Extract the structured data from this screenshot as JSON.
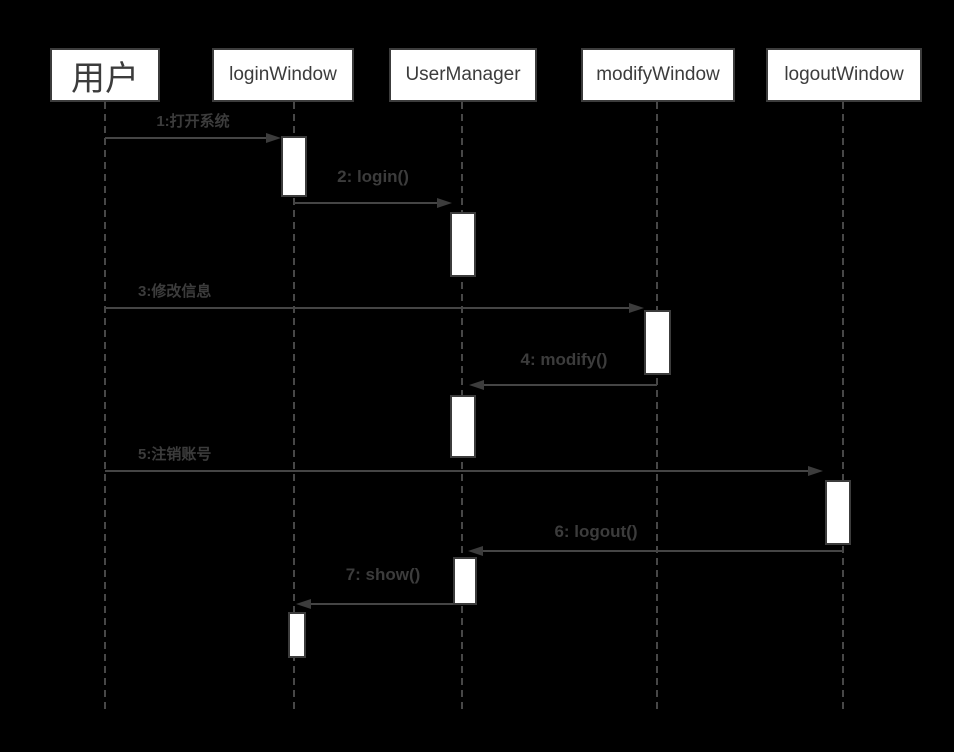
{
  "diagram": {
    "type": "uml-sequence",
    "colors": {
      "background": "#000000",
      "shape_fill": "#ffffff",
      "stroke": "#3c3c3c",
      "lifeline": "#474747"
    },
    "actors": [
      {
        "label": "用户"
      },
      {
        "label": "loginWindow"
      },
      {
        "label": "UserManager"
      },
      {
        "label": "modifyWindow"
      },
      {
        "label": "logoutWindow"
      }
    ],
    "messages": [
      {
        "seq": 1,
        "label": "1:打开系统",
        "from": "用户",
        "to": "loginWindow",
        "direction": "right"
      },
      {
        "seq": 2,
        "label": "2: login()",
        "from": "loginWindow",
        "to": "UserManager",
        "direction": "right"
      },
      {
        "seq": 3,
        "label": "3:修改信息",
        "from": "用户",
        "to": "modifyWindow",
        "direction": "right"
      },
      {
        "seq": 4,
        "label": "4: modify()",
        "from": "modifyWindow",
        "to": "UserManager",
        "direction": "left"
      },
      {
        "seq": 5,
        "label": "5:注销账号",
        "from": "用户",
        "to": "logoutWindow",
        "direction": "right"
      },
      {
        "seq": 6,
        "label": "6: logout()",
        "from": "logoutWindow",
        "to": "UserManager",
        "direction": "left"
      },
      {
        "seq": 7,
        "label": "7: show()",
        "from": "UserManager",
        "to": "loginWindow",
        "direction": "left"
      }
    ]
  }
}
